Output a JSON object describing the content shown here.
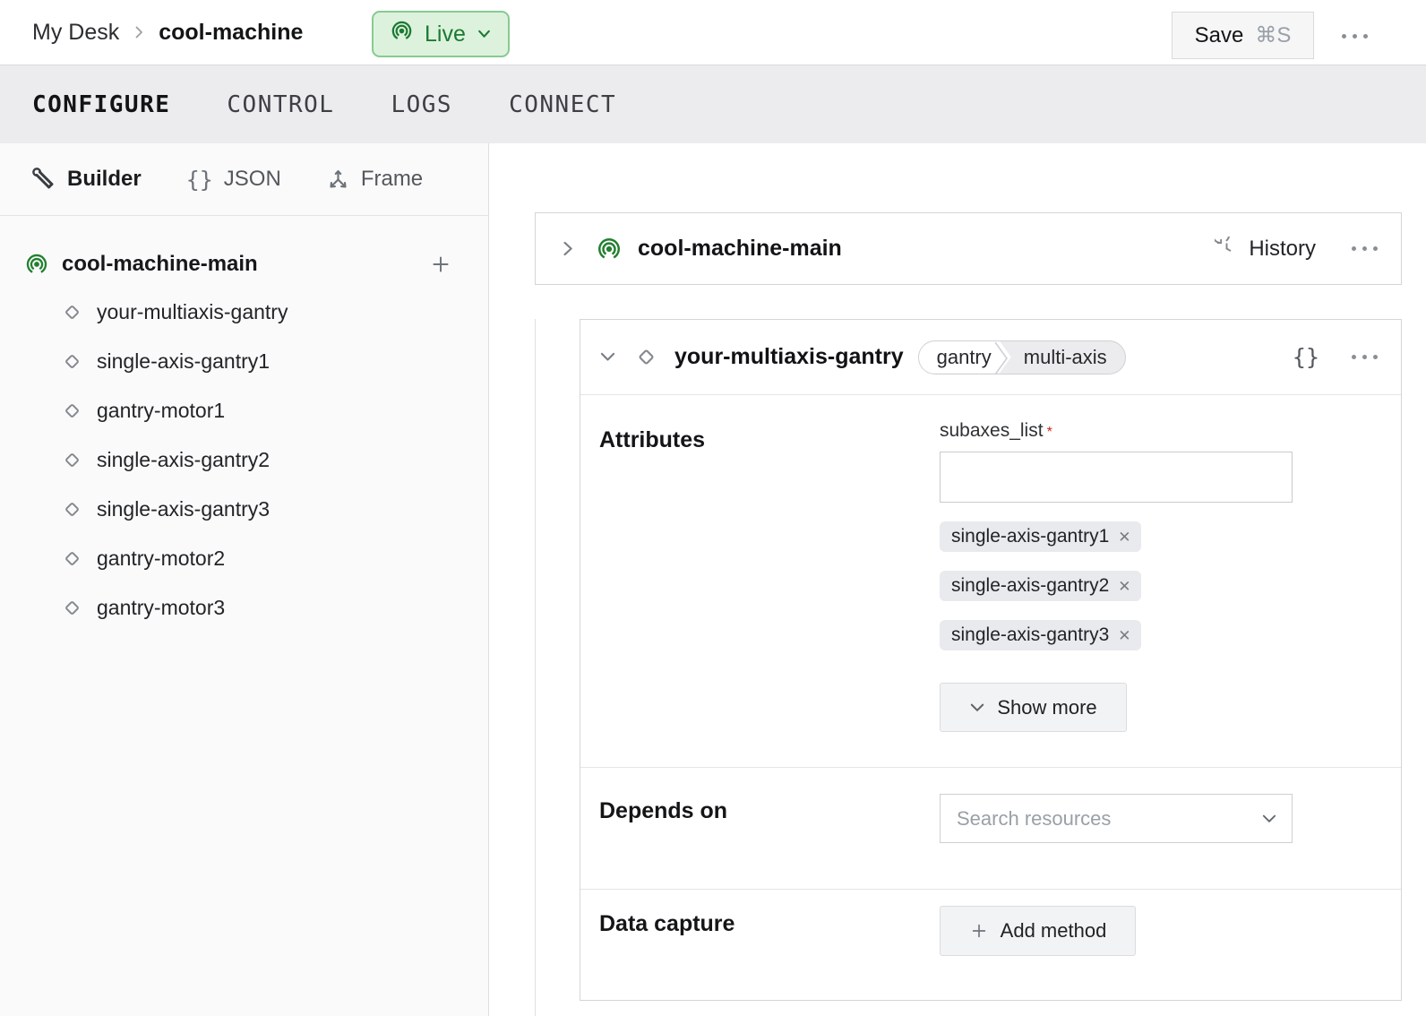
{
  "header": {
    "breadcrumb": {
      "parent": "My Desk",
      "current": "cool-machine"
    },
    "live_badge": {
      "label": "Live"
    },
    "save_button": {
      "label": "Save",
      "shortcut": "⌘S"
    }
  },
  "tabs": [
    {
      "label": "CONFIGURE",
      "active": true
    },
    {
      "label": "CONTROL",
      "active": false
    },
    {
      "label": "LOGS",
      "active": false
    },
    {
      "label": "CONNECT",
      "active": false
    }
  ],
  "sidebar": {
    "view_tabs": [
      {
        "label": "Builder",
        "icon": "tools-icon",
        "active": true
      },
      {
        "label": "JSON",
        "icon": "braces-icon",
        "active": false,
        "glyph": "{}"
      },
      {
        "label": "Frame",
        "icon": "frame-axes-icon",
        "active": false
      }
    ],
    "tree": {
      "root": {
        "label": "cool-machine-main",
        "add_label": "+"
      },
      "items": [
        "your-multiaxis-gantry",
        "single-axis-gantry1",
        "gantry-motor1",
        "single-axis-gantry2",
        "single-axis-gantry3",
        "gantry-motor2",
        "gantry-motor3"
      ]
    }
  },
  "main": {
    "part_card": {
      "title": "cool-machine-main",
      "history_label": "History"
    },
    "resource_card": {
      "title": "your-multiaxis-gantry",
      "type_badge": {
        "left": "gantry",
        "right": "multi-axis"
      },
      "braces_glyph": "{}",
      "attributes": {
        "section_label": "Attributes",
        "field_label": "subaxes_list",
        "required_marker": "*",
        "input_value": "",
        "chips": [
          {
            "label": "single-axis-gantry1",
            "close": "✕"
          },
          {
            "label": "single-axis-gantry2",
            "close": "✕"
          },
          {
            "label": "single-axis-gantry3",
            "close": "✕"
          }
        ],
        "show_more_label": "Show more"
      },
      "depends_on": {
        "section_label": "Depends on",
        "placeholder": "Search resources"
      },
      "data_capture": {
        "section_label": "Data capture",
        "add_method_label": "Add method"
      }
    }
  },
  "colors": {
    "accent_green": "#23802f",
    "live_bg": "#ddf2dd",
    "live_border": "#86cb90",
    "live_text": "#1b7a31",
    "tabbar_bg": "#ececee",
    "card_border": "#d3d5d8",
    "chip_bg": "#e9eaed",
    "button_bg": "#f2f3f4",
    "required_red": "#c4281c"
  }
}
